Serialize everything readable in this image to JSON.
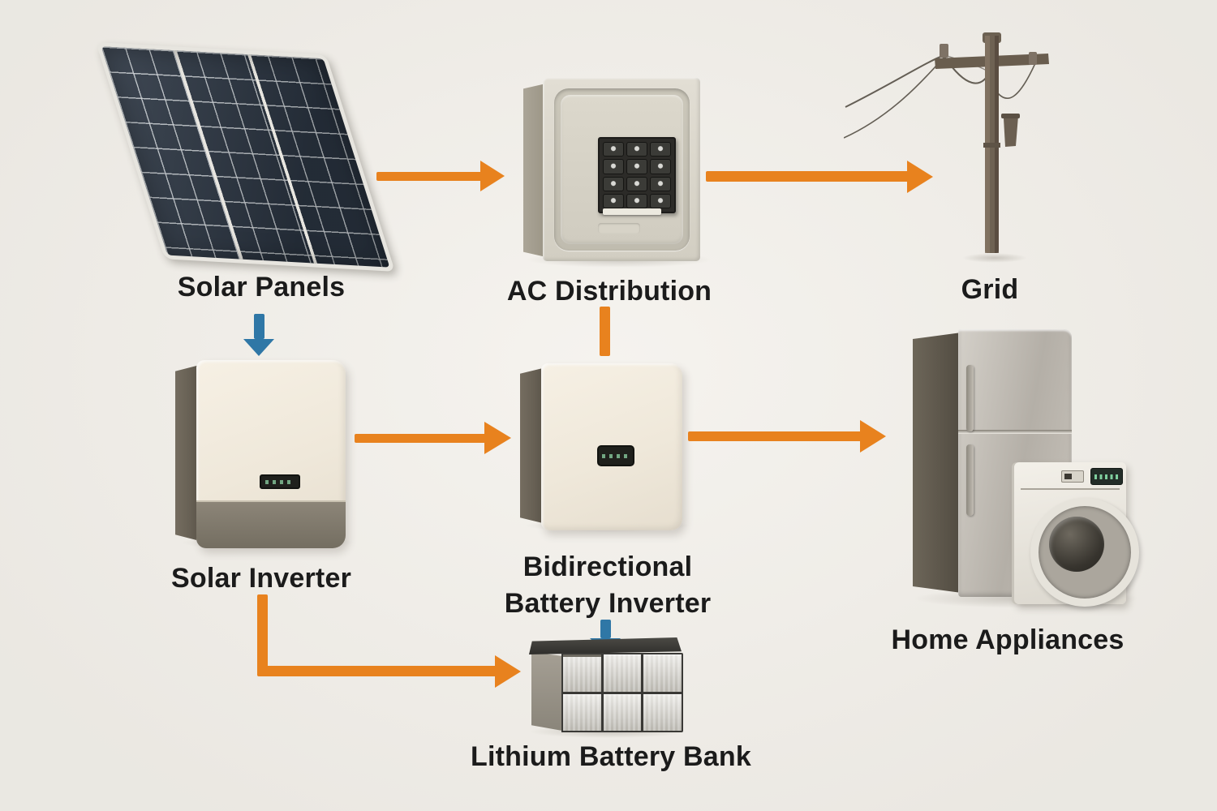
{
  "diagram": {
    "background_color": "#F2EFE9",
    "text_color": "#1B1B1B",
    "arrow_colors": {
      "ac_flow": "#E8821E",
      "dc_flow": "#2F77A6"
    },
    "nodes": {
      "solar_panels": {
        "label": "Solar Panels",
        "icon": "solar-panel"
      },
      "ac_distribution": {
        "label": "AC Distribution",
        "icon": "breaker-box"
      },
      "grid": {
        "label": "Grid",
        "icon": "utility-pole"
      },
      "solar_inverter": {
        "label": "Solar Inverter",
        "icon": "wall-inverter"
      },
      "bidirectional_battery_inverter": {
        "label_line1": "Bidirectional",
        "label_line2": "Battery Inverter",
        "icon": "wall-inverter"
      },
      "home_appliances": {
        "label": "Home Appliances",
        "icon": "fridge-and-washer"
      },
      "lithium_battery_bank": {
        "label": "Lithium Battery Bank",
        "icon": "battery-modules"
      }
    },
    "edges": [
      {
        "from": "Solar Panels",
        "to": "AC Distribution",
        "color": "#E8821E",
        "direction": "right"
      },
      {
        "from": "AC Distribution",
        "to": "Grid",
        "color": "#E8821E",
        "direction": "right"
      },
      {
        "from": "Solar Panels",
        "to": "Solar Inverter",
        "color": "#2F77A6",
        "direction": "down"
      },
      {
        "from": "AC Distribution",
        "to": "Bidirectional Battery Inverter",
        "color": "#E8821E",
        "direction": "down"
      },
      {
        "from": "Solar Inverter",
        "to": "Bidirectional Battery Inverter",
        "color": "#E8821E",
        "direction": "right"
      },
      {
        "from": "Bidirectional Battery Inverter",
        "to": "Home Appliances",
        "color": "#E8821E",
        "direction": "right"
      },
      {
        "from": "Solar Inverter",
        "to": "Lithium Battery Bank",
        "color": "#E8821E",
        "direction": "down-then-right"
      },
      {
        "from": "Bidirectional Battery Inverter",
        "to": "Lithium Battery Bank",
        "color": "#2F77A6",
        "direction": "down"
      }
    ]
  }
}
